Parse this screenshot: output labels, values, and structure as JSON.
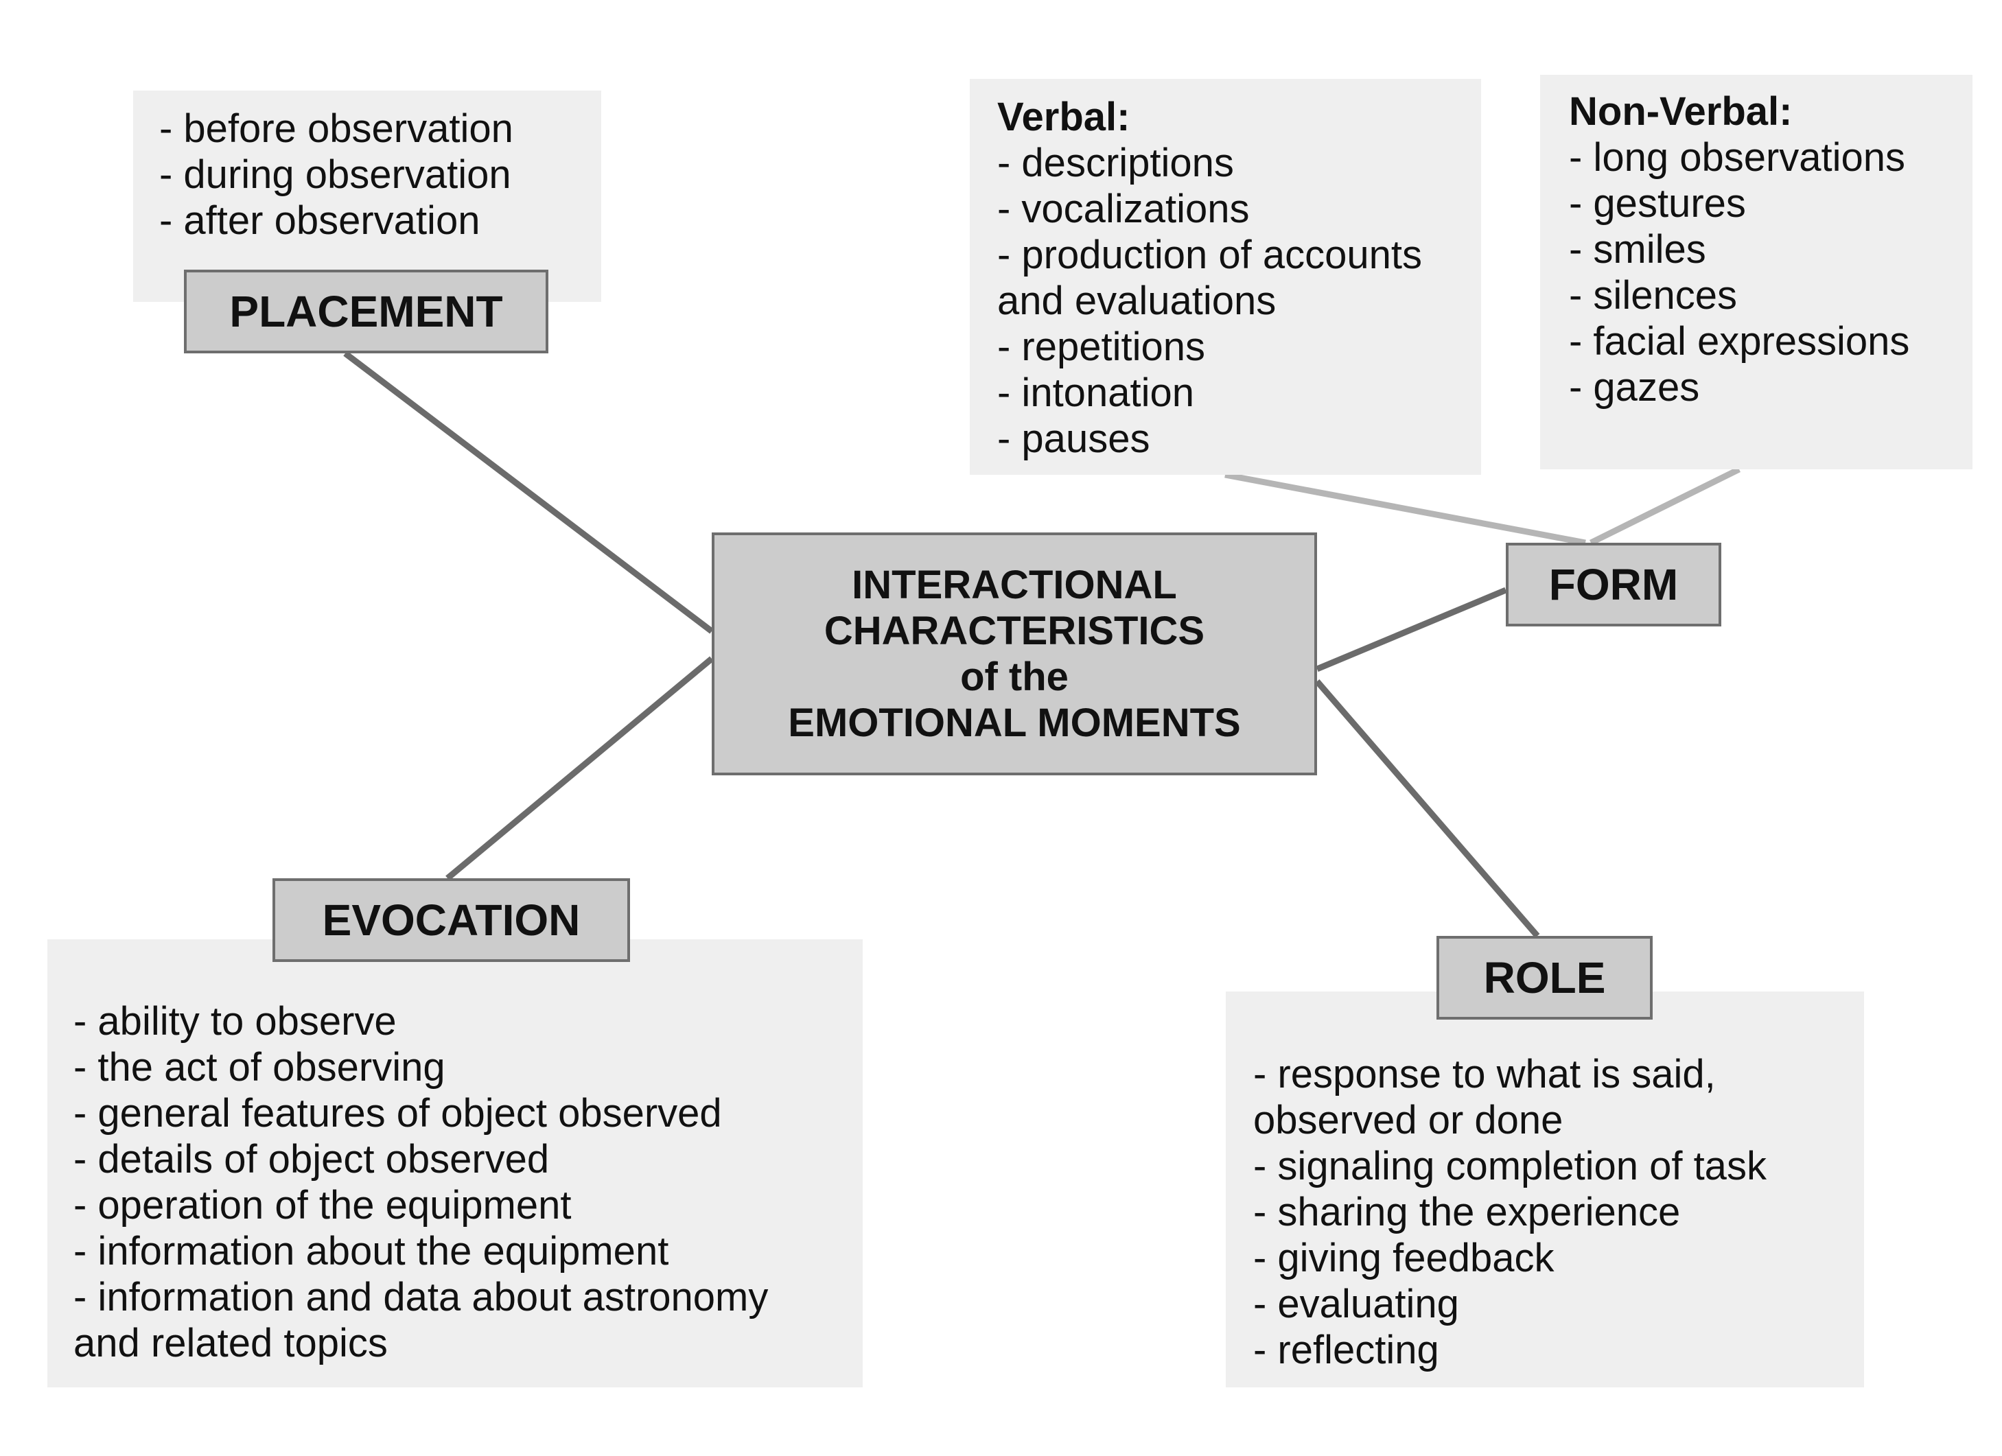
{
  "center": {
    "lines": [
      "INTERACTIONAL",
      "CHARACTERISTICS",
      "of the",
      "EMOTIONAL MOMENTS"
    ]
  },
  "placement": {
    "label": "PLACEMENT",
    "items": [
      "- before observation",
      "- during observation",
      "- after observation"
    ]
  },
  "form": {
    "label": "FORM",
    "verbal": {
      "heading": "Verbal:",
      "items": [
        "- descriptions",
        "- vocalizations",
        "- production of accounts",
        "and evaluations",
        "- repetitions",
        "- intonation",
        "- pauses"
      ]
    },
    "nonverbal": {
      "heading": "Non-Verbal:",
      "items": [
        "- long observations",
        "- gestures",
        "- smiles",
        "- silences",
        "- facial expressions",
        "- gazes"
      ]
    }
  },
  "evocation": {
    "label": "EVOCATION",
    "items": [
      "- ability to observe",
      "- the act of observing",
      "- general features  of object observed",
      "- details of object observed",
      "- operation of the equipment",
      "- information about the equipment",
      "- information and data about astronomy",
      "and related topics"
    ]
  },
  "role": {
    "label": "ROLE",
    "items": [
      "- response to what is said,",
      "observed or done",
      "- signaling completion of task",
      "- sharing the experience",
      "- giving feedback",
      "- evaluating",
      "- reflecting"
    ]
  },
  "colors": {
    "detail_fill": "#efefef",
    "label_fill": "#cccccc",
    "border": "#6e6e6e",
    "connector_dark": "#6b6b6b",
    "connector_light": "#b5b5b5"
  }
}
